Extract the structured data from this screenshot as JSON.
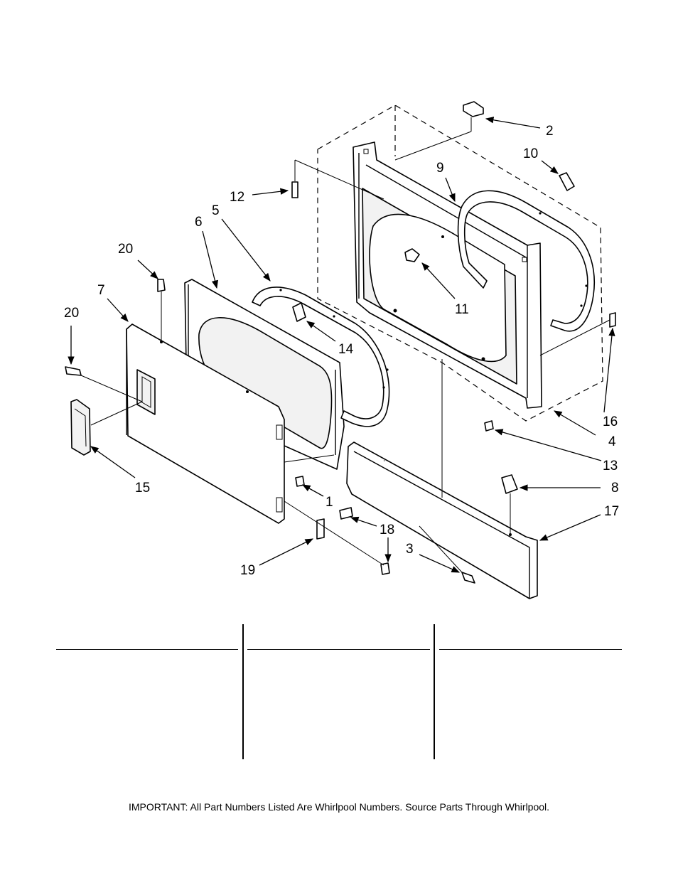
{
  "callouts": [
    {
      "id": "c1",
      "text": "1"
    },
    {
      "id": "c2",
      "text": "2"
    },
    {
      "id": "c3",
      "text": "3"
    },
    {
      "id": "c4",
      "text": "4"
    },
    {
      "id": "c5",
      "text": "5"
    },
    {
      "id": "c6",
      "text": "6"
    },
    {
      "id": "c7",
      "text": "7"
    },
    {
      "id": "c8",
      "text": "8"
    },
    {
      "id": "c9",
      "text": "9"
    },
    {
      "id": "c10",
      "text": "10"
    },
    {
      "id": "c11",
      "text": "11"
    },
    {
      "id": "c12",
      "text": "12"
    },
    {
      "id": "c13",
      "text": "13"
    },
    {
      "id": "c14",
      "text": "14"
    },
    {
      "id": "c15",
      "text": "15"
    },
    {
      "id": "c16",
      "text": "16"
    },
    {
      "id": "c17",
      "text": "17"
    },
    {
      "id": "c18",
      "text": "18"
    },
    {
      "id": "c19",
      "text": "19"
    },
    {
      "id": "c20a",
      "text": "20"
    },
    {
      "id": "c20b",
      "text": "20"
    }
  ],
  "footer": {
    "note": "IMPORTANT: All Part Numbers Listed Are Whirlpool Numbers. Source Parts Through Whirlpool."
  }
}
